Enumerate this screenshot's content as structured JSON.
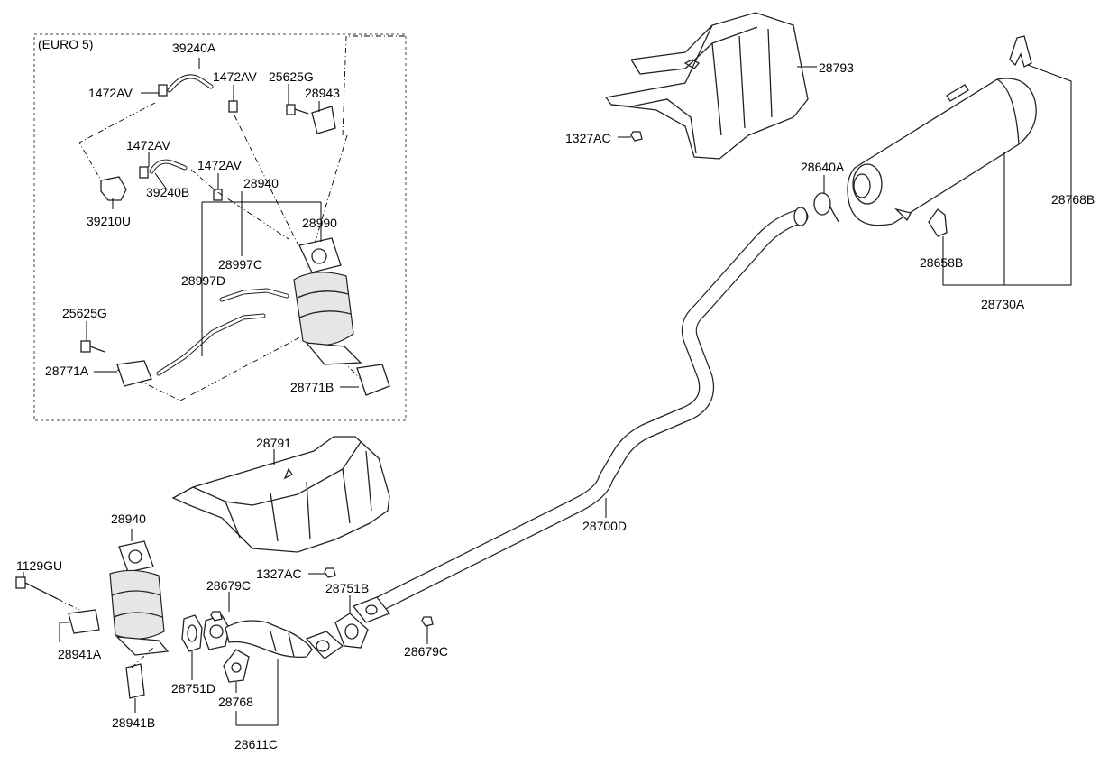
{
  "inset_title": "(EURO 5)",
  "labels": {
    "p39240A": "39240A",
    "p1472AV_a": "1472AV",
    "p1472AV_b": "1472AV",
    "p25625G_a": "25625G",
    "p28943": "28943",
    "p1472AV_c": "1472AV",
    "p1472AV_d": "1472AV",
    "p39240B": "39240B",
    "p39210U": "39210U",
    "p28940_a": "28940",
    "p28990": "28990",
    "p28997C": "28997C",
    "p28997D": "28997D",
    "p25625G_b": "25625G",
    "p28771A": "28771A",
    "p28771B": "28771B",
    "p28793": "28793",
    "p1327AC_a": "1327AC",
    "p28640A": "28640A",
    "p28768B": "28768B",
    "p28658B": "28658B",
    "p28730A": "28730A",
    "p28791": "28791",
    "p28700D": "28700D",
    "p28940_b": "28940",
    "p1129GU": "1129GU",
    "p28941A": "28941A",
    "p28941B": "28941B",
    "p28679C_a": "28679C",
    "p1327AC_b": "1327AC",
    "p28751B": "28751B",
    "p28679C_b": "28679C",
    "p28751D": "28751D",
    "p28768": "28768",
    "p28611C": "28611C"
  }
}
